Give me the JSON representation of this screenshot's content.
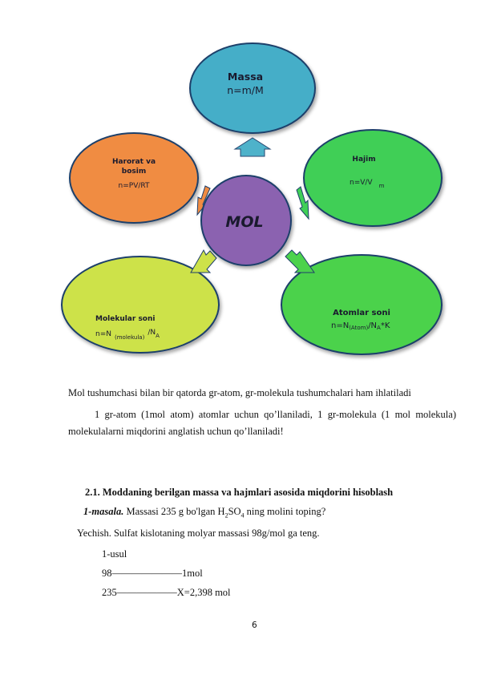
{
  "diagram": {
    "center": {
      "label": "MOL",
      "color": "#8b62b0"
    },
    "nodes": {
      "massa": {
        "title": "Massa",
        "formula": "n=m/M",
        "color": "#45aec8"
      },
      "hajm": {
        "title": "Hajim",
        "formula_main": "n=V/V",
        "formula_sub": "m",
        "color": "#3fcf57"
      },
      "atomlar": {
        "title": "Atomlar soni",
        "f1": "n=N",
        "f1_sub": "(Atom)",
        "f2": "/N",
        "f2_sub": "A",
        "f3": "*K",
        "color": "#4cd24c"
      },
      "molekular": {
        "title": "Molekular soni",
        "f1": "n=N",
        "f1_sub": "(molekula)",
        "f2": "/N",
        "f2_sub": "A",
        "color": "#cde24a"
      },
      "harorat": {
        "title_line1": "Harorat va",
        "title_line2": "bosim",
        "formula": "n=PV/RT",
        "color": "#f08c42"
      }
    }
  },
  "text": {
    "line1": "Mol tushumchasi bilan bir qatorda gr-atom, gr-molekula tushumchalari ham ihlatiladi",
    "para": "1 gr-atom (1mol atom) atomlar uchun qo’llaniladi, 1 gr-molekula (1 mol molekula) molekulalarni miqdorini anglatish uchun qo’llaniladi!",
    "heading": "2.1. Moddaning berilgan massa va hajmlari asosida miqdorini hisoblash",
    "masala_label": "1-masala.",
    "masala_text_a": " Massasi 235 g bo'lgan H",
    "masala_sub1": "2",
    "masala_text_b": "SO",
    "masala_sub2": "4",
    "masala_text_c": " ning molini toping?",
    "yechish": "Yechish. Sulfat kislotaning molyar massasi 98g/mol ga teng.",
    "usul": "1-usul",
    "row1": "98———————1mol",
    "row2": "235——————X=2,398 mol",
    "page_number": "6"
  }
}
